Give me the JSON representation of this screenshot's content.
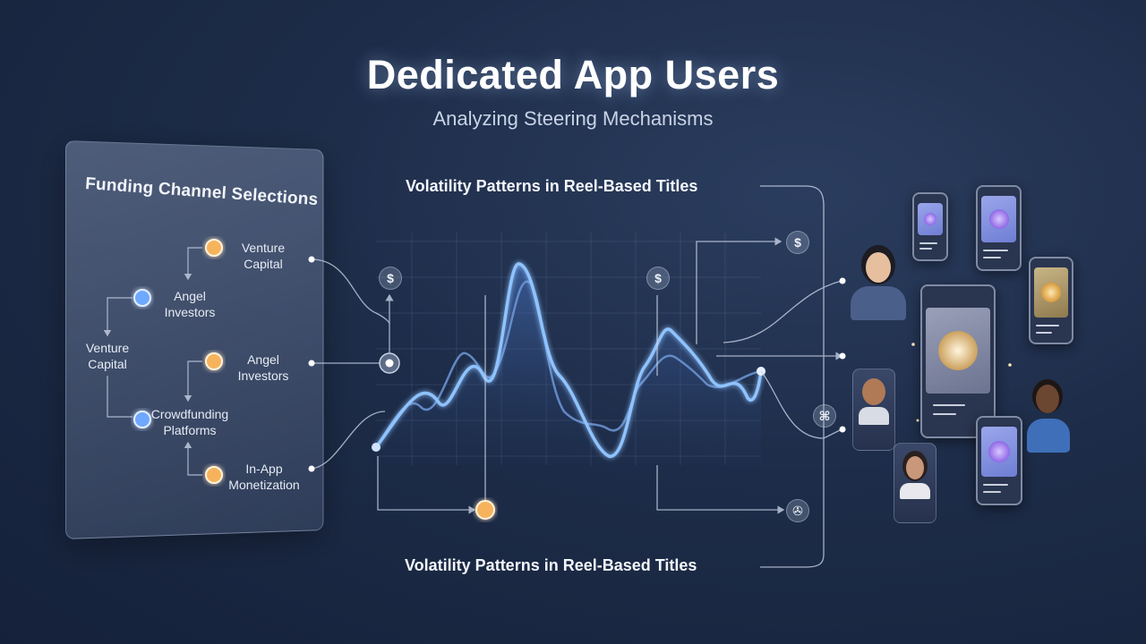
{
  "header": {
    "title": "Dedicated App Users",
    "subtitle": "Analyzing Steering Mechanisms"
  },
  "funding_panel": {
    "title": "Funding Channel Selections",
    "nodes": [
      {
        "label": "Venture Capital"
      },
      {
        "label": "Angel Investors"
      },
      {
        "label": "Venture Capital"
      },
      {
        "label": "Angel Investors"
      },
      {
        "label": "Crowdfunding Platforms"
      },
      {
        "label": "In-App Monetization"
      }
    ]
  },
  "chart": {
    "top_label": "Volatility Patterns in Reel-Based Titles",
    "bottom_label": "Volatility Patterns in Reel-Based Titles"
  },
  "icons": [
    "dollar-icon",
    "dollar-icon",
    "dollar-icon",
    "target-icon",
    "hash-icon",
    "film-reel-icon"
  ],
  "colors": {
    "accent_line": "#8fc3ff",
    "node_orange": "#f6b35b",
    "node_blue": "#6ea8ff",
    "background": "#1d2c48"
  }
}
